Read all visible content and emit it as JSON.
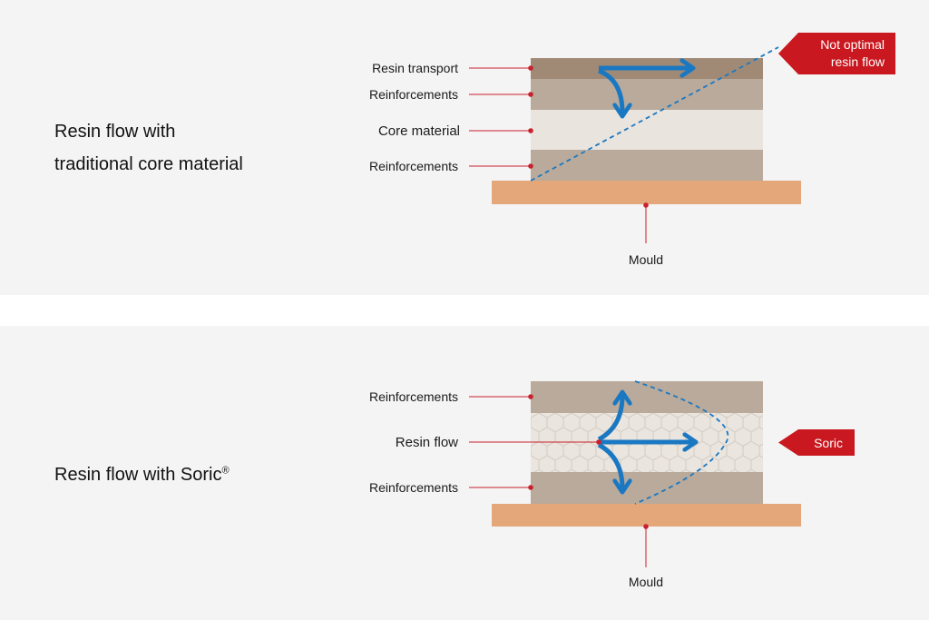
{
  "colors": {
    "panel_bg": "#f4f4f4",
    "resin_transport": "#a08a76",
    "reinforcement": "#b9aa9b",
    "core": "#e9e4de",
    "mould": "#e3a77a",
    "arrow_blue": "#1a78c2",
    "leader_red": "#c9202c",
    "tag_red": "#c9181f"
  },
  "icons": {
    "flow_arrow": "curved-arrow-icon",
    "soric_pattern": "hexagon-pattern-icon"
  },
  "top": {
    "title_line1": "Resin flow with",
    "title_line2": "traditional core material",
    "labels": {
      "resin_transport": "Resin transport",
      "reinforcements_upper": "Reinforcements",
      "core_material": "Core material",
      "reinforcements_lower": "Reinforcements",
      "mould": "Mould"
    },
    "callout": {
      "line1": "Not optimal",
      "line2": "resin flow"
    }
  },
  "bottom": {
    "title": "Resin flow with Soric",
    "title_mark": "®",
    "labels": {
      "reinforcements_upper": "Reinforcements",
      "resin_flow": "Resin flow",
      "reinforcements_lower": "Reinforcements",
      "mould": "Mould"
    },
    "callout": {
      "text": "Soric"
    }
  }
}
